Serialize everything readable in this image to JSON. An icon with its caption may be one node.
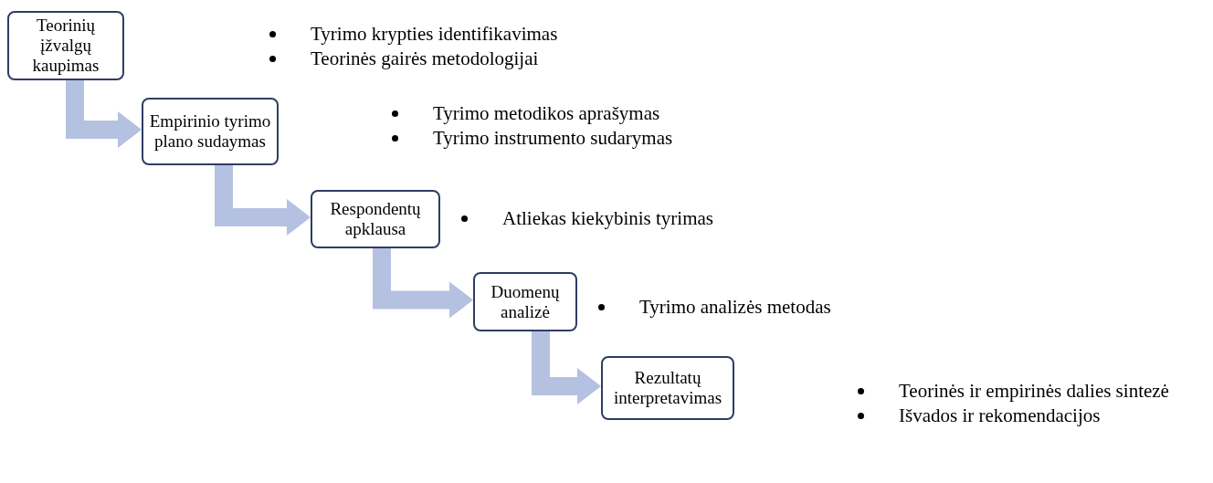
{
  "diagram": {
    "nodes": [
      {
        "text": [
          "Teorinių įžvalgų kaupimas"
        ],
        "beside": [
          "Tyrimo krypties identifikavimas",
          "Teorinės gairės metodologijai"
        ]
      },
      {
        "text": [
          "Empirinio tyrimo plano sudaymas"
        ],
        "beside": [
          "Tyrimo metodikos aprašymas",
          "Tyrimo instrumento sudarymas"
        ]
      },
      {
        "text": [
          "Respondentų apklausa"
        ],
        "beside": [
          "Atliekas kiekybinis tyrimas"
        ]
      },
      {
        "text": [
          "Duomenų analizė"
        ],
        "beside": [
          "Tyrimo analizės metodas"
        ]
      },
      {
        "text": [
          "Rezultatų interpretavimas"
        ],
        "beside": [
          "Teorinės ir empirinės dalies sintezė",
          "Išvados ir rekomendacijos"
        ]
      }
    ],
    "edges": [
      {
        "from": 0,
        "to": 1,
        "arrow": "to"
      },
      {
        "from": 1,
        "to": 2,
        "arrow": "to"
      },
      {
        "from": 2,
        "to": 3,
        "arrow": "to"
      },
      {
        "from": 3,
        "to": 4,
        "arrow": "to"
      }
    ]
  }
}
